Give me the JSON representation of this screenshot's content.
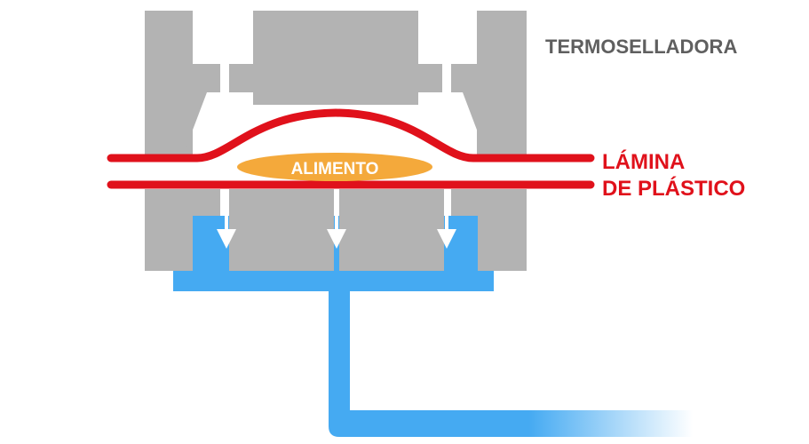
{
  "labels": {
    "machine": "TERMOSELLADORA",
    "sheet_line1": "LÁMINA",
    "sheet_line2": "DE PLÁSTICO",
    "food": "ALIMENTO"
  },
  "colors": {
    "machine": "#b3b3b3",
    "machine_text": "#5f5f5f",
    "sheet": "#e0111b",
    "food": "#f4a93b",
    "food_text": "#ffffff",
    "vacuum": "#45aaf2",
    "arrow": "#ffffff"
  }
}
